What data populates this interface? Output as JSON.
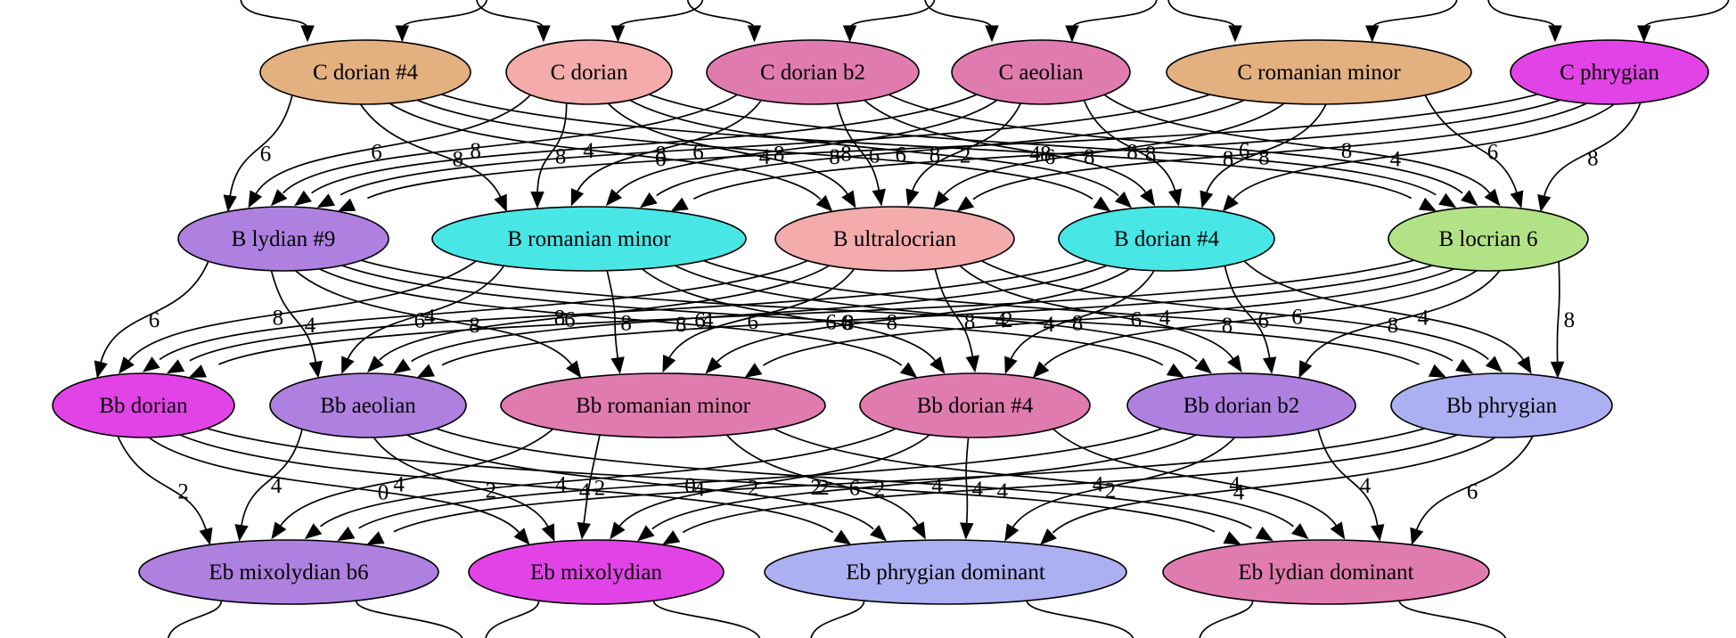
{
  "palette": {
    "orange": "#e3b080",
    "pink": "#f3abab",
    "rose": "#e07bb0",
    "magenta": "#e243e6",
    "purple": "#ae80e0",
    "cyan": "#49e6e6",
    "green": "#b2e286",
    "lavender": "#acaff2"
  },
  "rows": [
    [
      {
        "id": "c-dorian-sharp4",
        "label": "C dorian #4",
        "color": "#e3b080"
      },
      {
        "id": "c-dorian",
        "label": "C dorian",
        "color": "#f3abab"
      },
      {
        "id": "c-dorian-b2",
        "label": "C dorian b2",
        "color": "#e07bb0"
      },
      {
        "id": "c-aeolian",
        "label": "C aeolian",
        "color": "#e07bb0"
      },
      {
        "id": "c-romanian-minor",
        "label": "C romanian minor",
        "color": "#e3b080"
      },
      {
        "id": "c-phrygian",
        "label": "C phrygian",
        "color": "#e243e6"
      }
    ],
    [
      {
        "id": "b-lydian-sharp9",
        "label": "B lydian #9",
        "color": "#ae80e0"
      },
      {
        "id": "b-romanian-minor",
        "label": "B romanian minor",
        "color": "#49e6e6"
      },
      {
        "id": "b-ultralocrian",
        "label": "B ultralocrian",
        "color": "#f3abab"
      },
      {
        "id": "b-dorian-sharp4",
        "label": "B dorian #4",
        "color": "#49e6e6"
      },
      {
        "id": "b-locrian-6",
        "label": "B locrian 6",
        "color": "#b2e286"
      }
    ],
    [
      {
        "id": "bb-dorian",
        "label": "Bb dorian",
        "color": "#e243e6"
      },
      {
        "id": "bb-aeolian",
        "label": "Bb aeolian",
        "color": "#ae80e0"
      },
      {
        "id": "bb-romanian-minor",
        "label": "Bb romanian minor",
        "color": "#e07bb0"
      },
      {
        "id": "bb-dorian-sharp4",
        "label": "Bb dorian #4",
        "color": "#e07bb0"
      },
      {
        "id": "bb-dorian-b2",
        "label": "Bb dorian b2",
        "color": "#ae80e0"
      },
      {
        "id": "bb-phrygian",
        "label": "Bb phrygian",
        "color": "#acaff2"
      }
    ],
    [
      {
        "id": "eb-mixolydian-b6",
        "label": "Eb mixolydian b6",
        "color": "#ae80e0"
      },
      {
        "id": "eb-mixolydian",
        "label": "Eb mixolydian",
        "color": "#e243e6"
      },
      {
        "id": "eb-phrygian-dominant",
        "label": "Eb phrygian dominant",
        "color": "#acaff2"
      },
      {
        "id": "eb-lydian-dominant",
        "label": "Eb lydian dominant",
        "color": "#e07bb0"
      }
    ]
  ],
  "edges": [
    {
      "from": "c-dorian-sharp4",
      "to": "b-lydian-sharp9",
      "label": "6"
    },
    {
      "from": "c-dorian-sharp4",
      "to": "b-romanian-minor",
      "label": "8"
    },
    {
      "from": "c-dorian-sharp4",
      "to": "b-ultralocrian",
      "label": "6"
    },
    {
      "from": "c-dorian-sharp4",
      "to": "b-dorian-sharp4",
      "label": "8"
    },
    {
      "from": "c-dorian-sharp4",
      "to": "b-locrian-6",
      "label": "4"
    },
    {
      "from": "c-dorian",
      "to": "b-lydian-sharp9",
      "label": "6"
    },
    {
      "from": "c-dorian",
      "to": "b-romanian-minor",
      "label": "8"
    },
    {
      "from": "c-dorian",
      "to": "b-ultralocrian",
      "label": "4"
    },
    {
      "from": "c-dorian",
      "to": "b-dorian-sharp4",
      "label": "8"
    },
    {
      "from": "c-dorian",
      "to": "b-locrian-6",
      "label": "8"
    },
    {
      "from": "c-dorian-b2",
      "to": "b-lydian-sharp9",
      "label": "8"
    },
    {
      "from": "c-dorian-b2",
      "to": "b-romanian-minor",
      "label": "8"
    },
    {
      "from": "c-dorian-b2",
      "to": "b-ultralocrian",
      "label": "6"
    },
    {
      "from": "c-dorian-b2",
      "to": "b-dorian-sharp4",
      "label": "8"
    },
    {
      "from": "c-dorian-b2",
      "to": "b-locrian-6",
      "label": "6"
    },
    {
      "from": "c-aeolian",
      "to": "b-lydian-sharp9",
      "label": "4"
    },
    {
      "from": "c-aeolian",
      "to": "b-romanian-minor",
      "label": "8"
    },
    {
      "from": "c-aeolian",
      "to": "b-ultralocrian",
      "label": "2"
    },
    {
      "from": "c-aeolian",
      "to": "b-dorian-sharp4",
      "label": "8"
    },
    {
      "from": "c-aeolian",
      "to": "b-locrian-6",
      "label": "8"
    },
    {
      "from": "c-romanian-minor",
      "to": "b-lydian-sharp9",
      "label": "6"
    },
    {
      "from": "c-romanian-minor",
      "to": "b-romanian-minor",
      "label": "6"
    },
    {
      "from": "c-romanian-minor",
      "to": "b-ultralocrian",
      "label": "8"
    },
    {
      "from": "c-romanian-minor",
      "to": "b-dorian-sharp4",
      "label": "8"
    },
    {
      "from": "c-romanian-minor",
      "to": "b-locrian-6",
      "label": "6"
    },
    {
      "from": "c-phrygian",
      "to": "b-lydian-sharp9",
      "label": "8"
    },
    {
      "from": "c-phrygian",
      "to": "b-romanian-minor",
      "label": "6"
    },
    {
      "from": "c-phrygian",
      "to": "b-ultralocrian",
      "label": "8"
    },
    {
      "from": "c-phrygian",
      "to": "b-dorian-sharp4",
      "label": "4"
    },
    {
      "from": "c-phrygian",
      "to": "b-locrian-6",
      "label": "8"
    },
    {
      "from": "b-lydian-sharp9",
      "to": "bb-dorian",
      "label": "6"
    },
    {
      "from": "b-lydian-sharp9",
      "to": "bb-aeolian",
      "label": "4"
    },
    {
      "from": "b-lydian-sharp9",
      "to": "bb-romanian-minor",
      "label": "8"
    },
    {
      "from": "b-lydian-sharp9",
      "to": "bb-dorian-sharp4",
      "label": "8"
    },
    {
      "from": "b-lydian-sharp9",
      "to": "bb-dorian-b2",
      "label": "6"
    },
    {
      "from": "b-lydian-sharp9",
      "to": "bb-phrygian",
      "label": "2"
    },
    {
      "from": "b-romanian-minor",
      "to": "bb-dorian",
      "label": "8"
    },
    {
      "from": "b-romanian-minor",
      "to": "bb-aeolian",
      "label": "6"
    },
    {
      "from": "b-romanian-minor",
      "to": "bb-romanian-minor",
      "label": "8"
    },
    {
      "from": "b-romanian-minor",
      "to": "bb-dorian-sharp4",
      "label": "6"
    },
    {
      "from": "b-romanian-minor",
      "to": "bb-dorian-b2",
      "label": "4"
    },
    {
      "from": "b-romanian-minor",
      "to": "bb-phrygian",
      "label": "4"
    },
    {
      "from": "b-ultralocrian",
      "to": "bb-dorian",
      "label": "4"
    },
    {
      "from": "b-ultralocrian",
      "to": "bb-aeolian",
      "label": "6"
    },
    {
      "from": "b-ultralocrian",
      "to": "bb-romanian-minor",
      "label": "6"
    },
    {
      "from": "b-ultralocrian",
      "to": "bb-dorian-sharp4",
      "label": "8"
    },
    {
      "from": "b-ultralocrian",
      "to": "bb-dorian-b2",
      "label": "6"
    },
    {
      "from": "b-ultralocrian",
      "to": "bb-phrygian",
      "label": "6"
    },
    {
      "from": "b-dorian-sharp4",
      "to": "bb-dorian",
      "label": "8"
    },
    {
      "from": "b-dorian-sharp4",
      "to": "bb-aeolian",
      "label": "6"
    },
    {
      "from": "b-dorian-sharp4",
      "to": "bb-romanian-minor",
      "label": "8"
    },
    {
      "from": "b-dorian-sharp4",
      "to": "bb-dorian-sharp4",
      "label": "8"
    },
    {
      "from": "b-dorian-sharp4",
      "to": "bb-dorian-b2",
      "label": "6"
    },
    {
      "from": "b-dorian-sharp4",
      "to": "bb-phrygian",
      "label": "4"
    },
    {
      "from": "b-locrian-6",
      "to": "bb-dorian",
      "label": "4"
    },
    {
      "from": "b-locrian-6",
      "to": "bb-aeolian",
      "label": "8"
    },
    {
      "from": "b-locrian-6",
      "to": "bb-romanian-minor",
      "label": "4"
    },
    {
      "from": "b-locrian-6",
      "to": "bb-dorian-sharp4",
      "label": "8"
    },
    {
      "from": "b-locrian-6",
      "to": "bb-dorian-b2",
      "label": "8"
    },
    {
      "from": "b-locrian-6",
      "to": "bb-phrygian",
      "label": "8"
    },
    {
      "from": "bb-dorian",
      "to": "eb-mixolydian-b6",
      "label": "2"
    },
    {
      "from": "bb-dorian",
      "to": "eb-mixolydian",
      "label": "0"
    },
    {
      "from": "bb-dorian",
      "to": "eb-phrygian-dominant",
      "label": "4"
    },
    {
      "from": "bb-dorian",
      "to": "eb-lydian-dominant",
      "label": "2"
    },
    {
      "from": "bb-aeolian",
      "to": "eb-mixolydian-b6",
      "label": "4"
    },
    {
      "from": "bb-aeolian",
      "to": "eb-mixolydian",
      "label": "2"
    },
    {
      "from": "bb-aeolian",
      "to": "eb-phrygian-dominant",
      "label": "4"
    },
    {
      "from": "bb-aeolian",
      "to": "eb-lydian-dominant",
      "label": "4"
    },
    {
      "from": "bb-romanian-minor",
      "to": "eb-mixolydian-b6",
      "label": "4"
    },
    {
      "from": "bb-romanian-minor",
      "to": "eb-mixolydian",
      "label": "2"
    },
    {
      "from": "bb-romanian-minor",
      "to": "eb-phrygian-dominant",
      "label": "6"
    },
    {
      "from": "bb-romanian-minor",
      "to": "eb-lydian-dominant",
      "label": "4"
    },
    {
      "from": "bb-dorian-sharp4",
      "to": "eb-mixolydian-b6",
      "label": "4"
    },
    {
      "from": "bb-dorian-sharp4",
      "to": "eb-mixolydian",
      "label": "2"
    },
    {
      "from": "bb-dorian-sharp4",
      "to": "eb-phrygian-dominant",
      "label": "4"
    },
    {
      "from": "bb-dorian-sharp4",
      "to": "eb-lydian-dominant",
      "label": "4"
    },
    {
      "from": "bb-dorian-b2",
      "to": "eb-mixolydian-b6",
      "label": "0"
    },
    {
      "from": "bb-dorian-b2",
      "to": "eb-mixolydian",
      "label": "2"
    },
    {
      "from": "bb-dorian-b2",
      "to": "eb-phrygian-dominant",
      "label": "2"
    },
    {
      "from": "bb-dorian-b2",
      "to": "eb-lydian-dominant",
      "label": "4"
    },
    {
      "from": "bb-phrygian",
      "to": "eb-mixolydian-b6",
      "label": "2"
    },
    {
      "from": "bb-phrygian",
      "to": "eb-mixolydian",
      "label": "4"
    },
    {
      "from": "bb-phrygian",
      "to": "eb-phrygian-dominant",
      "label": "4"
    },
    {
      "from": "bb-phrygian",
      "to": "eb-lydian-dominant",
      "label": "6"
    }
  ]
}
